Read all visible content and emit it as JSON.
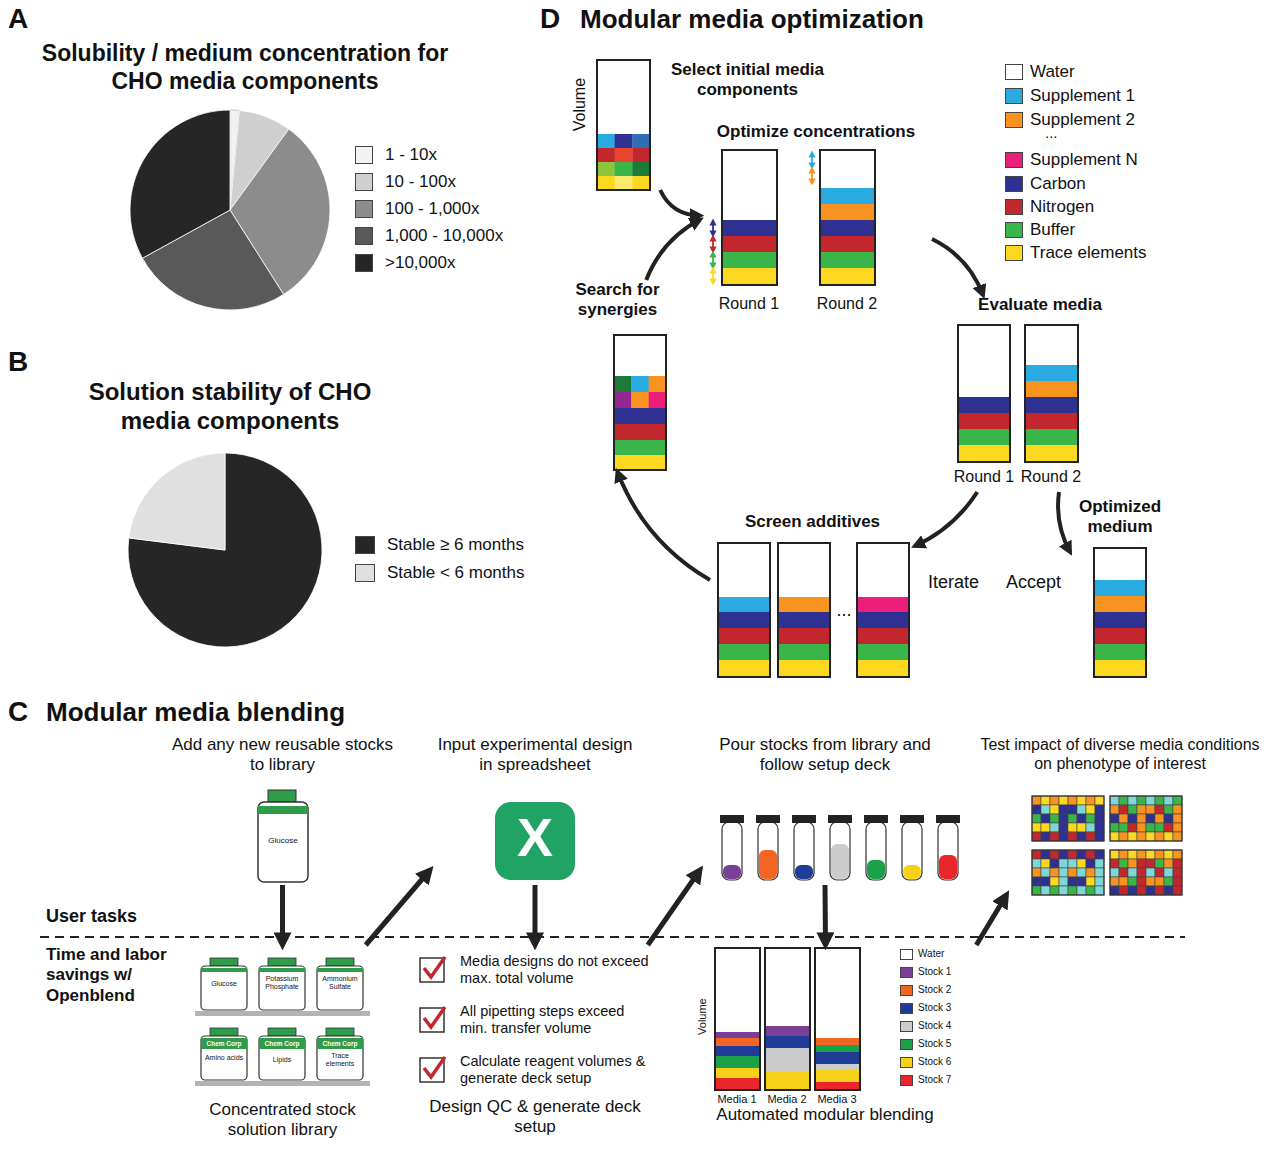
{
  "diagram": {
    "nodes": [
      {
        "text": [
          "Select initial media components"
        ]
      },
      {
        "text": [
          "Optimize concentrations",
          "Round 1",
          "Round 2"
        ]
      },
      {
        "text": [
          "Evaluate media",
          "Round 1",
          "Round 2"
        ]
      },
      {
        "text": [
          "Optimized medium"
        ]
      },
      {
        "text": [
          "Screen additives"
        ]
      },
      {
        "text": [
          "Search for synergies"
        ]
      },
      {
        "text": [
          "Add any new reusable stocks to library"
        ]
      },
      {
        "text": [
          "Concentrated stock solution library"
        ]
      },
      {
        "text": [
          "Input experimental design in spreadsheet"
        ]
      },
      {
        "text": [
          "Media designs do not exceed max. total volume",
          "All pipetting steps exceed min. transfer volume",
          "Calculate reagent volumes & generate deck setup",
          "Design QC & generate deck setup"
        ]
      },
      {
        "text": [
          "Pour stocks from library and follow setup deck"
        ]
      },
      {
        "text": [
          "Automated modular blending"
        ]
      },
      {
        "text": [
          "Test impact of diverse media conditions on phenotype of interest"
        ]
      }
    ],
    "edges": [
      {
        "from": 0,
        "to": 1,
        "arrow": "to"
      },
      {
        "from": 1,
        "to": 2,
        "arrow": "to"
      },
      {
        "from": 2,
        "to": 4,
        "label": "Iterate",
        "arrow": "to"
      },
      {
        "from": 2,
        "to": 3,
        "label": "Accept",
        "arrow": "to"
      },
      {
        "from": 4,
        "to": 5,
        "arrow": "to"
      },
      {
        "from": 5,
        "to": 1,
        "arrow": "to"
      },
      {
        "from": 6,
        "to": 7,
        "arrow": "to"
      },
      {
        "from": 7,
        "to": 8,
        "arrow": "to"
      },
      {
        "from": 8,
        "to": 9,
        "arrow": "to"
      },
      {
        "from": 9,
        "to": 10,
        "arrow": "to"
      },
      {
        "from": 10,
        "to": 11,
        "arrow": "to"
      },
      {
        "from": 11,
        "to": 12,
        "arrow": "to"
      }
    ],
    "labels": [
      "A",
      "Solubility / medium concentration for CHO media components",
      "B",
      "Solution stability of CHO media components",
      "C",
      "Modular media blending",
      "D",
      "Modular media optimization",
      "Volume",
      "...",
      "...",
      "User tasks",
      "Time and labor savings w/ Openblend",
      "Glucose",
      "X",
      "Glucose",
      "Potassium Phosphate",
      "Ammonium Sulfate",
      "Chem Corp",
      "Amino acids",
      "Chem Corp",
      "Lipids",
      "Chem Corp",
      "Trace elements",
      "Volume",
      "Media 1",
      "Media 2",
      "Media 3"
    ],
    "legend": [
      {
        "text": "1 - 10x",
        "color": "#f2f2f2"
      },
      {
        "text": "10 - 100x",
        "color": "#cfcfcf"
      },
      {
        "text": "100 - 1,000x",
        "color": "#8c8c8c"
      },
      {
        "text": "1,000 - 10,000x",
        "color": "#595959"
      },
      {
        "text": ">10,000x",
        "color": "#262626"
      },
      {
        "text": "Stable ≥ 6 months",
        "color": "#262626"
      },
      {
        "text": "Stable < 6 months",
        "color": "#e0e0e0"
      },
      {
        "text": "Water",
        "color": "#ffffff"
      },
      {
        "text": "Supplement 1",
        "color": "#29abe2"
      },
      {
        "text": "Supplement 2",
        "color": "#f7931e"
      },
      {
        "text": "Supplement N",
        "color": "#ec1e79"
      },
      {
        "text": "Carbon",
        "color": "#2e3192"
      },
      {
        "text": "Nitrogen",
        "color": "#c1272d"
      },
      {
        "text": "Buffer",
        "color": "#39b54a"
      },
      {
        "text": "Trace elements",
        "color": "#fcd920"
      },
      {
        "text": "Water",
        "color": "#ffffff"
      },
      {
        "text": "Stock 1",
        "color": "#7b3f98"
      },
      {
        "text": "Stock 2",
        "color": "#f26522"
      },
      {
        "text": "Stock 3",
        "color": "#1f3c99"
      },
      {
        "text": "Stock 4",
        "color": "#cccccc"
      },
      {
        "text": "Stock 5",
        "color": "#1aa14a"
      },
      {
        "text": "Stock 6",
        "color": "#f7d118"
      },
      {
        "text": "Stock 7",
        "color": "#e8262b"
      }
    ]
  }
}
